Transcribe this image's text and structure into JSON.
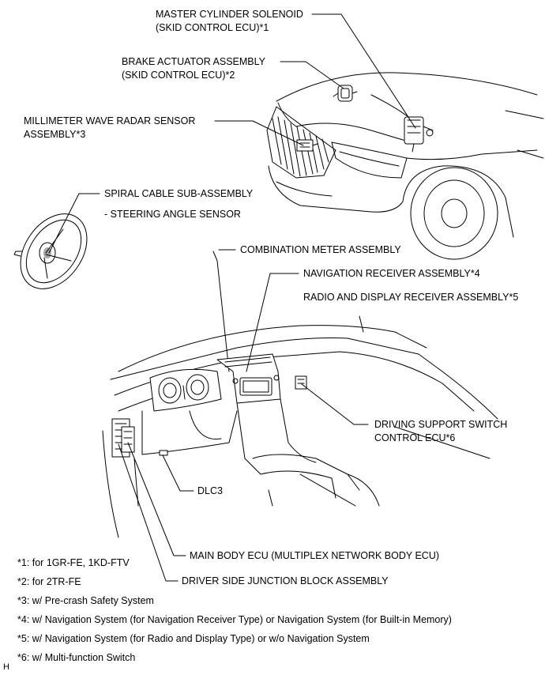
{
  "labels": {
    "master_cylinder": [
      "MASTER CYLINDER SOLENOID",
      "(SKID CONTROL ECU)*1"
    ],
    "brake_actuator": [
      "BRAKE ACTUATOR ASSEMBLY",
      "(SKID CONTROL ECU)*2"
    ],
    "radar_sensor": [
      "MILLIMETER WAVE RADAR SENSOR",
      "ASSEMBLY*3"
    ],
    "spiral_cable": [
      "SPIRAL CABLE SUB-ASSEMBLY",
      "- STEERING ANGLE SENSOR"
    ],
    "combination_meter": "COMBINATION METER ASSEMBLY",
    "navigation_receiver": "NAVIGATION RECEIVER ASSEMBLY*4",
    "radio_display": "RADIO AND DISPLAY RECEIVER ASSEMBLY*5",
    "driving_support": [
      "DRIVING SUPPORT SWITCH",
      "CONTROL ECU*6"
    ],
    "dlc3": "DLC3",
    "main_body_ecu": "MAIN BODY ECU (MULTIPLEX NETWORK BODY ECU)",
    "junction_block": "DRIVER SIDE JUNCTION BLOCK ASSEMBLY"
  },
  "notes": [
    "*1: for 1GR-FE, 1KD-FTV",
    "*2: for 2TR-FE",
    "*3: w/ Pre-crash Safety System",
    "*4: w/ Navigation System (for Navigation Receiver Type) or Navigation System (for Built-in Memory)",
    "*5: w/ Navigation System (for Radio and Display Type) or w/o Navigation System",
    "*6: w/ Multi-function Switch"
  ],
  "corner_mark": "H"
}
